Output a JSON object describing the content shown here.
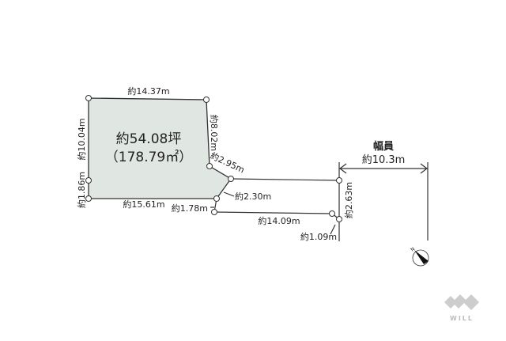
{
  "plot": {
    "area_tsubo": "約54.08坪",
    "area_sqm": "（178.79㎡）",
    "fill_color": "#e0e6e1",
    "line_color": "#333333"
  },
  "dimensions": {
    "top": "約14.37m",
    "left_upper": "約10.04m",
    "left_lower": "約1.86m",
    "bottom": "約15.61m",
    "right": "約8.02m",
    "diag_upper": "約2.95m",
    "diag_lower": "約2.30m",
    "access_width": "約1.78m",
    "access_length": "約14.09m",
    "corner": "約1.09m",
    "access_end": "約2.63m"
  },
  "road": {
    "label": "幅員",
    "width": "約10.3m"
  },
  "compass": {
    "icon": "north-arrow-icon",
    "letter": "N"
  },
  "logo": {
    "text": "WILL",
    "color": "#c8c8c8"
  }
}
